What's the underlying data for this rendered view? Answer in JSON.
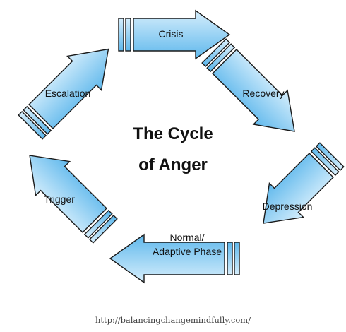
{
  "title": {
    "line1": "The Cycle",
    "line2": "of Anger"
  },
  "stages": [
    {
      "id": "crisis",
      "label": [
        "Crisis"
      ]
    },
    {
      "id": "recovery",
      "label": [
        "Recovery"
      ]
    },
    {
      "id": "depression",
      "label": [
        "Depression"
      ]
    },
    {
      "id": "normal",
      "label": [
        "Normal/",
        "Adaptive Phase"
      ]
    },
    {
      "id": "trigger",
      "label": [
        "Trigger"
      ]
    },
    {
      "id": "escalation",
      "label": [
        "Escalation"
      ]
    }
  ],
  "source": "http://balancingchangemindfully.com/",
  "colors": {
    "arrow_light": "#d6eefc",
    "arrow_dark": "#5fb8ec",
    "outline": "#1a1a1a"
  }
}
